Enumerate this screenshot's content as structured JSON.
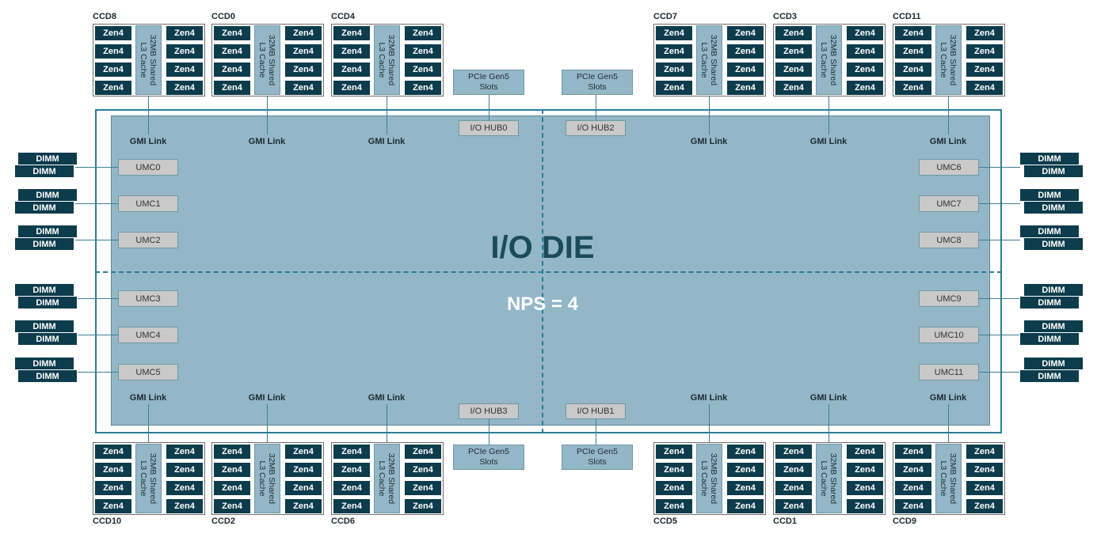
{
  "io_die": {
    "title": "I/O DIE",
    "nps": "NPS = 4"
  },
  "gmi_label": "GMI Link",
  "io_hubs": [
    {
      "name": "I/O HUB0",
      "pcie": [
        "PCIe Gen5",
        "Slots"
      ]
    },
    {
      "name": "I/O HUB2",
      "pcie": [
        "PCIe Gen5",
        "Slots"
      ]
    },
    {
      "name": "I/O HUB3",
      "pcie": [
        "PCIe Gen5",
        "Slots"
      ]
    },
    {
      "name": "I/O HUB1",
      "pcie": [
        "PCIe Gen5",
        "Slots"
      ]
    }
  ],
  "umcs": {
    "left": [
      "UMC0",
      "UMC1",
      "UMC2",
      "UMC3",
      "UMC4",
      "UMC5"
    ],
    "right": [
      "UMC6",
      "UMC7",
      "UMC8",
      "UMC9",
      "UMC10",
      "UMC11"
    ]
  },
  "dimm_label": "DIMM",
  "core_label": "Zen4",
  "cache_label": "32MB Shared\nL3 Cache",
  "ccds": {
    "top": [
      "CCD8",
      "CCD0",
      "CCD4",
      "CCD7",
      "CCD3",
      "CCD11"
    ],
    "bottom": [
      "CCD10",
      "CCD2",
      "CCD6",
      "CCD5",
      "CCD1",
      "CCD9"
    ]
  },
  "colors": {
    "die_fill": "#94b7c7",
    "die_border": "#2a7d95",
    "core_fill": "#0d3c4c",
    "umc_fill": "#c9c9c9",
    "title_text": "#1b4b5b"
  }
}
